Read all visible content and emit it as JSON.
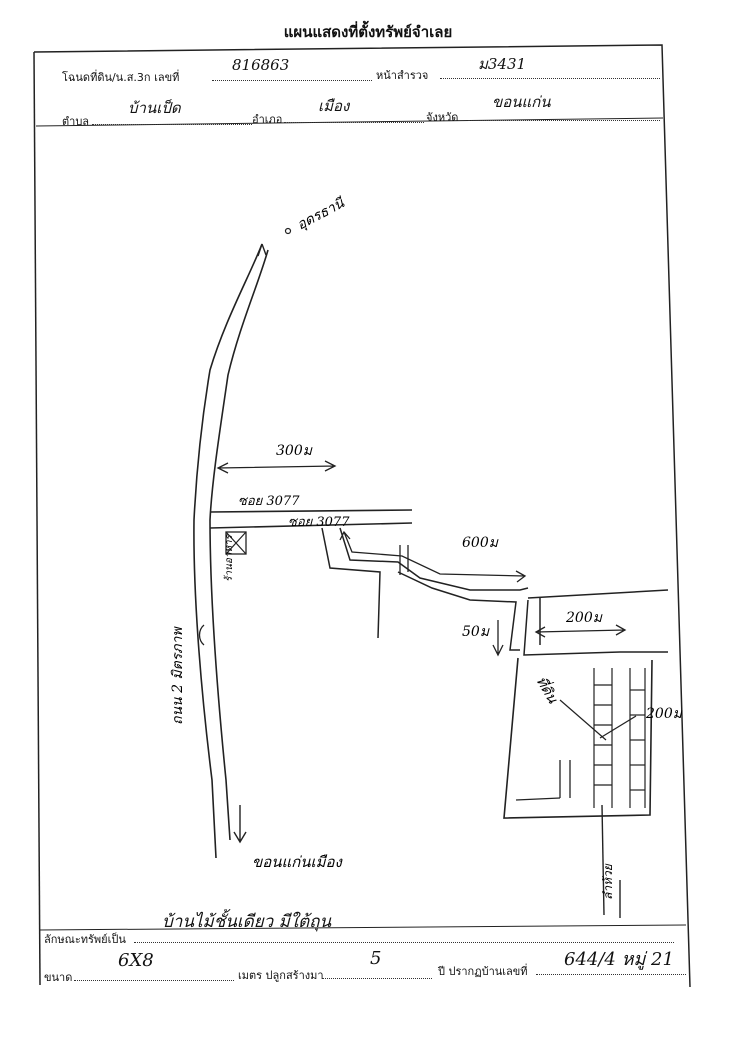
{
  "title": "แผนแสดงที่ตั้งทรัพย์จำเลย",
  "header": {
    "deed_label": "โฉนดที่ดิน/น.ส.3ก เลขที่",
    "deed_value": "816863",
    "page_label": "หน้าสำรวจ",
    "page_value": "ม3431",
    "subdistrict_label": "ตำบล",
    "subdistrict_value": "บ้านเป็ด",
    "district_label": "อำเภอ",
    "district_value": "เมือง",
    "province_label": "จังหวัด",
    "province_value": "ขอนแก่น"
  },
  "map": {
    "north_label": "อุดรธานี",
    "south_label": "ขอนแก่นเมือง",
    "highway_label": "ถนน 2 มิตรภาพ",
    "road_label_1": "ซอย 3077",
    "road_label_2": "ซอย 3077",
    "dist_300": "300ม",
    "dist_600": "600ม",
    "dist_50": "50ม",
    "dist_200_a": "200ม",
    "dist_200_b": "200ม",
    "landmark_label": "ร้านอาหาร",
    "property_label": "ที่ดิน",
    "river_label": "ลำห้วย"
  },
  "footer": {
    "type_label": "ลักษณะทรัพย์เป็น",
    "type_value": "บ้านไม้ชั้นเดียว มีใต้ถุน",
    "size_label": "ขนาด",
    "size_value": "6X8",
    "built_label": "เมตร ปลูกสร้างมา",
    "built_value": "5",
    "house_label": "ปี ปรากฏบ้านเลขที่",
    "house_value": "644/4 หมู่ 21"
  }
}
